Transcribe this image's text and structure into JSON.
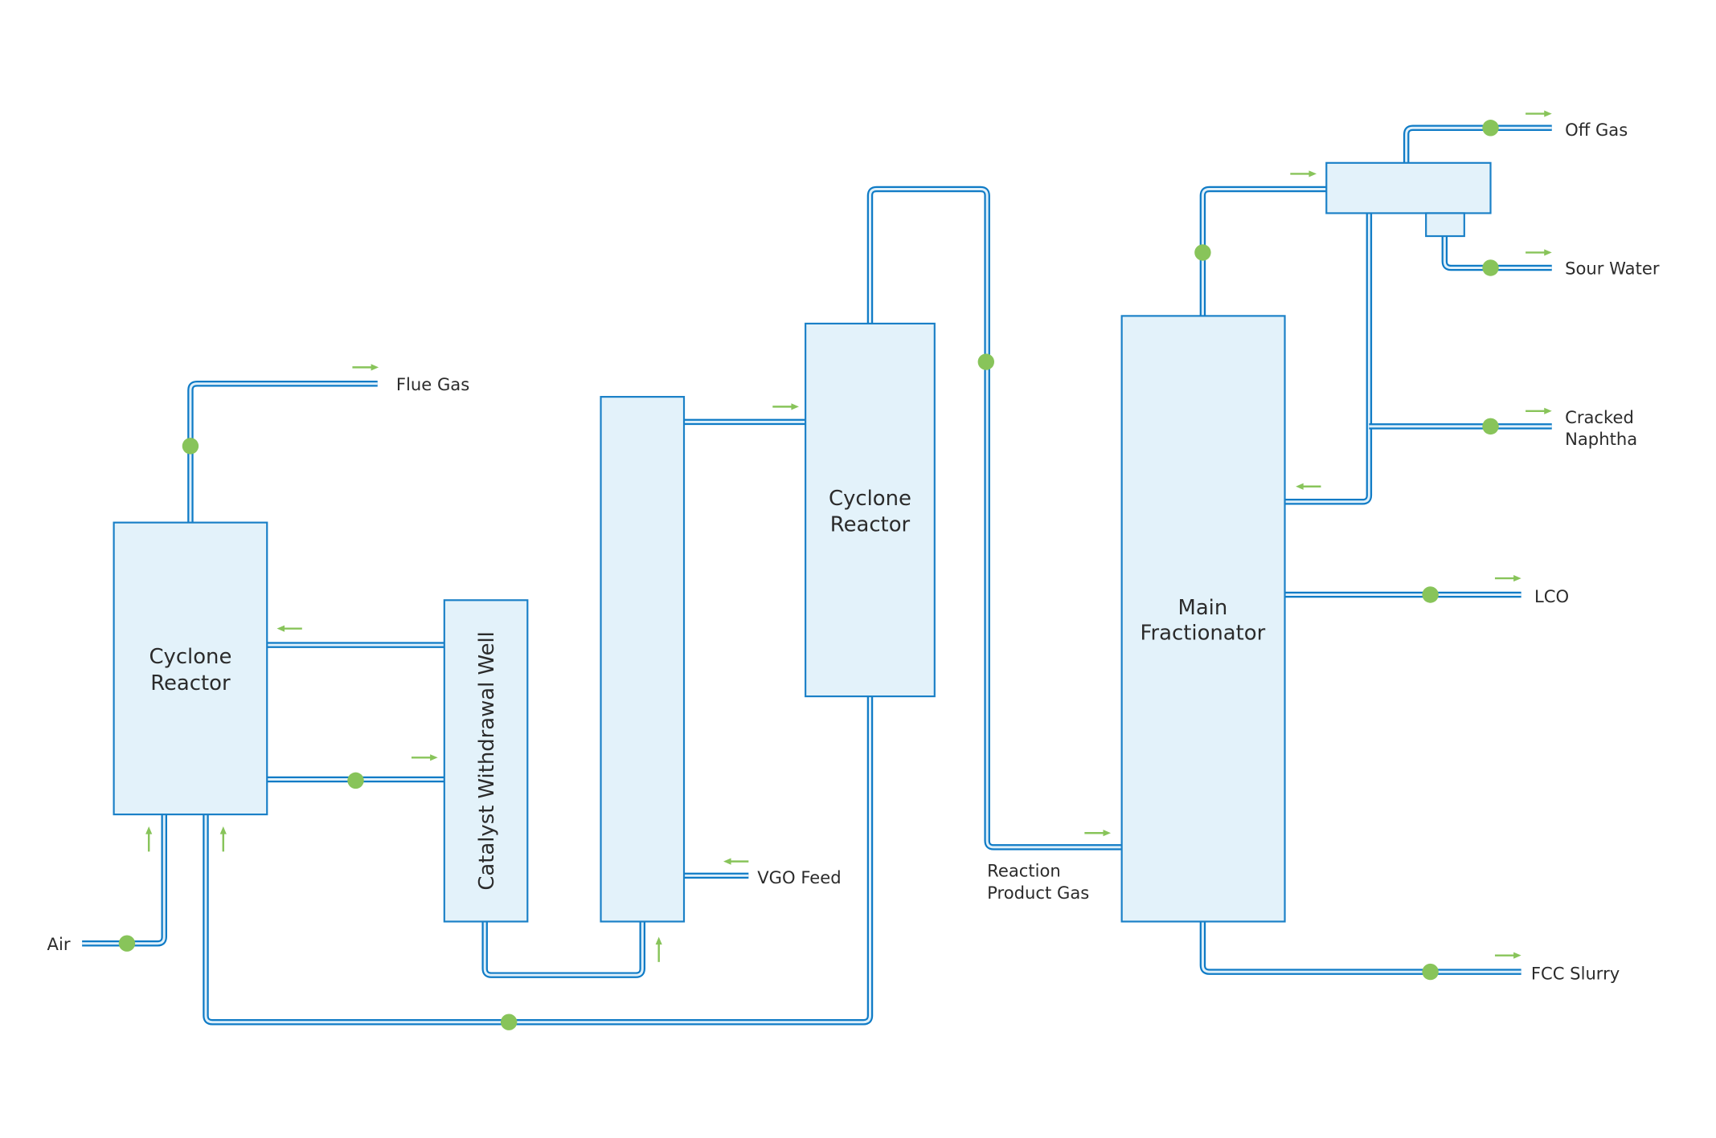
{
  "diagram": {
    "type": "process-flow",
    "colors": {
      "vessel_fill": "#e3f2fa",
      "vessel_stroke": "#1a80c7",
      "pipe": "#0f7bc6",
      "valve": "#88c45a",
      "flow_arrow": "#88c45a",
      "text": "#2b2b2b"
    },
    "vessels": {
      "regenerator": {
        "line1": "Cyclone",
        "line2": "Reactor"
      },
      "withdrawal_well": {
        "label": "Catalyst Withdrawal Well"
      },
      "riser": {
        "label": ""
      },
      "reactor": {
        "line1": "Cyclone",
        "line2": "Reactor"
      },
      "main_fractionator": {
        "line1": "Main",
        "line2": "Fractionator"
      },
      "overhead_drum": {
        "label": ""
      }
    },
    "streams": {
      "flue_gas": "Flue Gas",
      "air": "Air",
      "vgo_feed": "VGO Feed",
      "reaction_product_gas_line1": "Reaction",
      "reaction_product_gas_line2": "Product Gas",
      "off_gas": "Off Gas",
      "sour_water": "Sour Water",
      "cracked_naphtha_line1": "Cracked",
      "cracked_naphtha_line2": "Naphtha",
      "lco": "LCO",
      "fcc_slurry": "FCC Slurry"
    },
    "icons": {
      "valve": "green-circle-valve",
      "flow": "green-arrow"
    }
  }
}
